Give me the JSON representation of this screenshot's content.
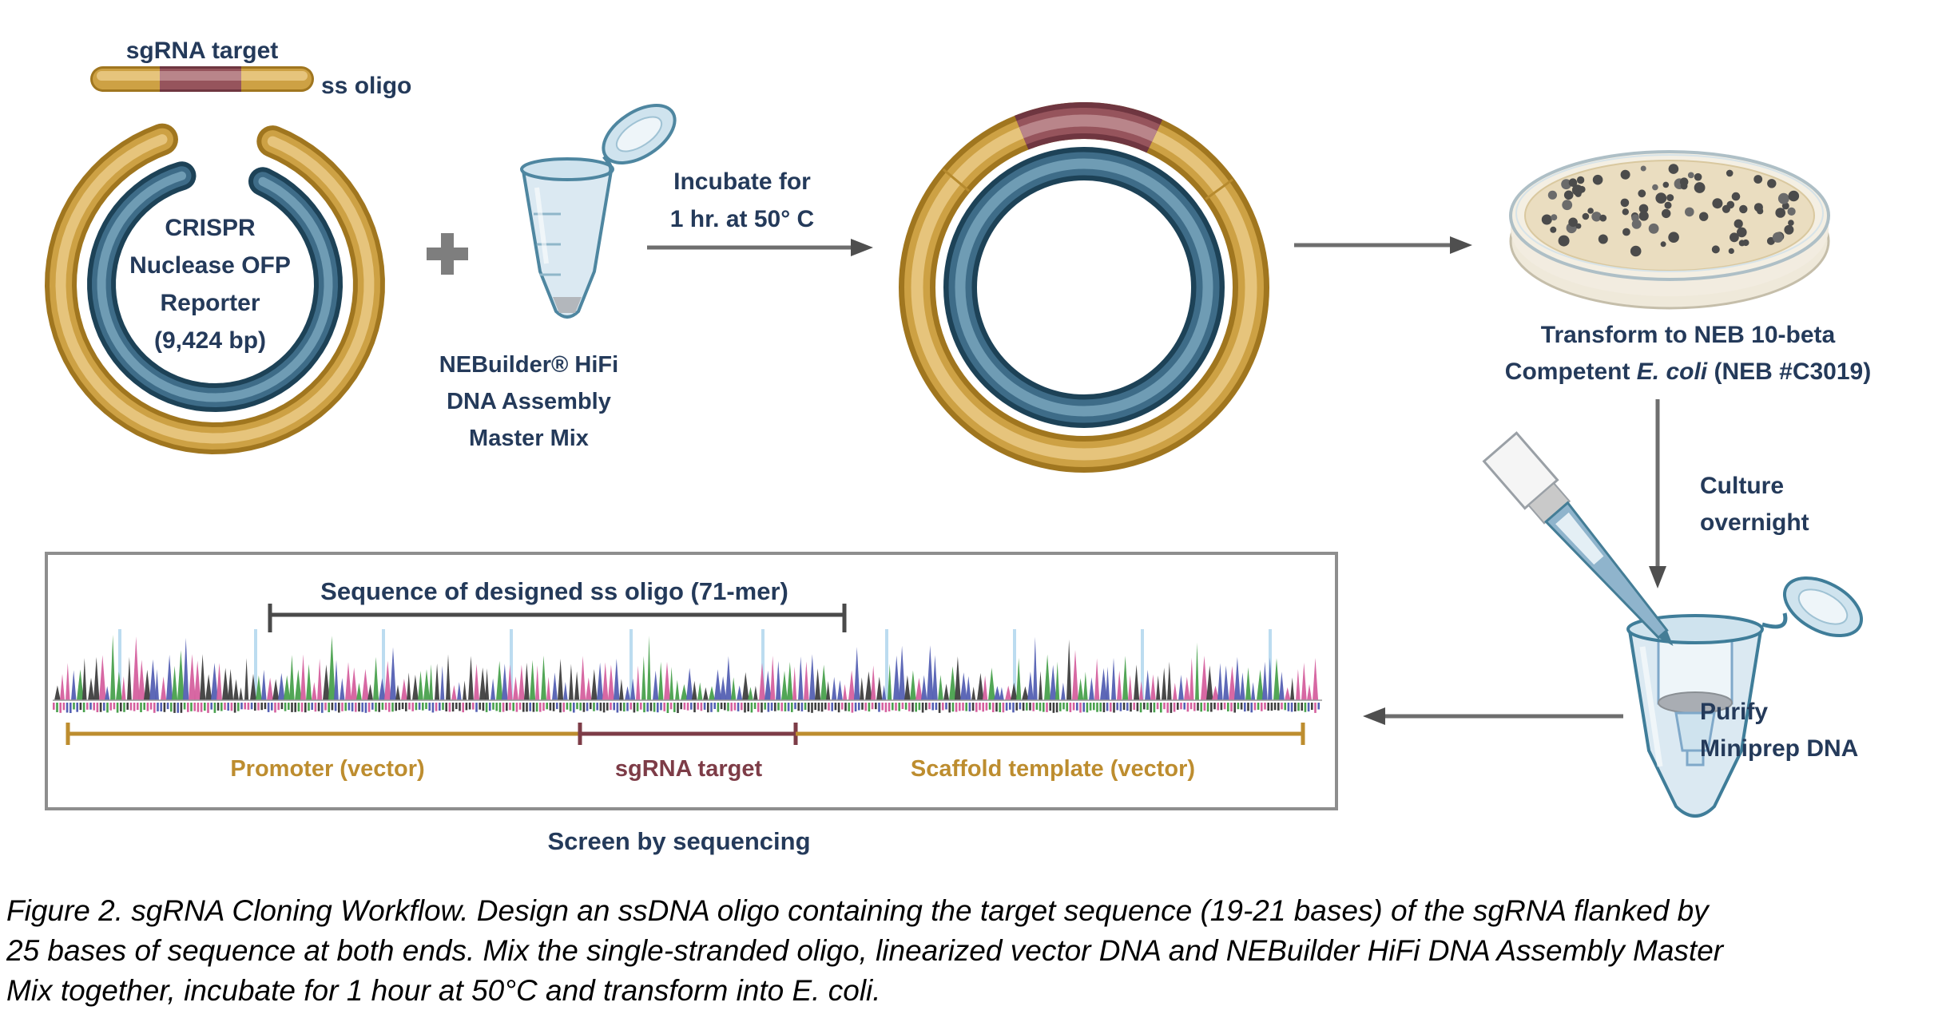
{
  "colors": {
    "gold": "#cda144",
    "gold_dark": "#a0761f",
    "gold_light": "#e6c47c",
    "blue": "#3e6c88",
    "blue_dark": "#1d4257",
    "blue_light": "#6f9cb4",
    "maroon": "#96545c",
    "maroon_dark": "#6f3640",
    "maroon_light": "#b9858a",
    "navy_text": "#243a5a",
    "gold_text": "#bd8d2f",
    "maroon_text": "#7d3c47",
    "arrow_gray": "#6e6e6e",
    "arrow_head": "#4f4f4f",
    "box_border": "#8e8e8e",
    "trace_g": "#3f3f3f",
    "trace_a": "#49a14d",
    "trace_t": "#d5609e",
    "trace_c": "#5460b3",
    "trace_guide": "#bcdcf0",
    "tube_fill": "#dbe9f2",
    "tube_stroke": "#4e86a0",
    "dish_agar": "#eaddc0",
    "colony": "#4b4b4b"
  },
  "icons": {
    "plus": "+",
    "tube1": "microcentrifuge-tube",
    "tube2": "miniprep-tube-with-pipette",
    "dish": "petri-dish-with-colonies"
  },
  "oligo": {
    "target_label": "sgRNA target",
    "name_label": "ss oligo"
  },
  "plasmid1": {
    "lines": [
      "CRISPR",
      "Nuclease OFP",
      "Reporter",
      "(9,424 bp)"
    ]
  },
  "nebuilder": {
    "lines": [
      "NEBuilder® HiFi",
      "DNA Assembly",
      "Master Mix"
    ]
  },
  "incubate": {
    "lines": [
      "Incubate for",
      "1 hr. at 50° C"
    ]
  },
  "transform": {
    "line1": "Transform to NEB 10-beta",
    "line2_pre": "Competent ",
    "line2_italic": "E. coli",
    "line2_post": " (NEB #C3019)"
  },
  "culture": {
    "lines": [
      "Culture",
      "overnight"
    ]
  },
  "purify": {
    "lines": [
      "Purify",
      "Miniprep DNA"
    ]
  },
  "seqbox": {
    "title": "Sequence of designed ss oligo (71-mer)",
    "promoter_label": "Promoter (vector)",
    "sgrna_label": "sgRNA target",
    "scaffold_label": "Scaffold template (vector)"
  },
  "screen_label": "Screen by sequencing",
  "caption": {
    "lines": [
      "Figure 2. sgRNA Cloning Workflow. Design an ssDNA oligo containing the target sequence (19-21 bases) of the sgRNA flanked by",
      "25 bases of sequence at both ends. Mix the single-stranded oligo, linearized vector DNA and NEBuilder HiFi DNA Assembly Master",
      "Mix together, incubate for 1 hour at 50°C and transform into E. coli."
    ]
  }
}
